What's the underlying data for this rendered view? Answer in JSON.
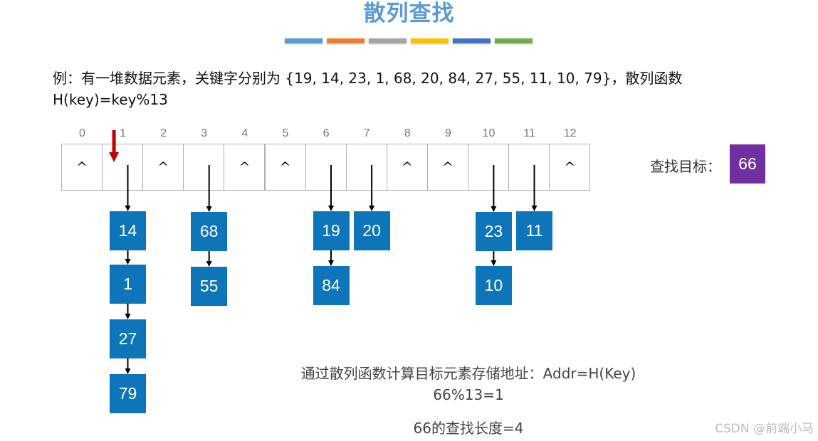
{
  "title": "散列查找",
  "colors": {
    "title": "#5b9bd5",
    "bar": [
      "#5b9bd5",
      "#ed7d31",
      "#a5a5a5",
      "#ffc000",
      "#4472c4",
      "#70ad47"
    ],
    "node": "#0e75bb",
    "target": "#7030a0",
    "pointer": "#c00000"
  },
  "problem": {
    "line1": "例：有一堆数据元素，关键字分别为 {19, 14, 23, 1, 68, 20, 84, 27, 55, 11, 10, 79}，散列函数",
    "line2": "H(key)=key%13"
  },
  "table": {
    "indices": [
      "0",
      "1",
      "2",
      "3",
      "4",
      "5",
      "6",
      "7",
      "8",
      "9",
      "10",
      "11",
      "12"
    ],
    "cells": [
      "^",
      "",
      "^",
      "",
      "^",
      "^",
      "",
      "",
      "^",
      "^",
      "",
      "",
      "^"
    ]
  },
  "chains": [
    {
      "slot": 1,
      "nodes": [
        "14",
        "1",
        "27",
        "79"
      ]
    },
    {
      "slot": 3,
      "nodes": [
        "68",
        "55"
      ]
    },
    {
      "slot": 6,
      "nodes": [
        "19",
        "84"
      ]
    },
    {
      "slot": 7,
      "nodes": [
        "20"
      ]
    },
    {
      "slot": 10,
      "nodes": [
        "23",
        "10"
      ]
    },
    {
      "slot": 11,
      "nodes": [
        "11"
      ]
    }
  ],
  "pointer_slot": 1,
  "target": {
    "label": "查找目标：",
    "value": "66"
  },
  "captions": {
    "line1": "通过散列函数计算目标元素存储地址：Addr=H(Key)",
    "line2": "66%13=1",
    "line3": "66的查找长度=4"
  },
  "watermark": "CSDN @前端小马"
}
